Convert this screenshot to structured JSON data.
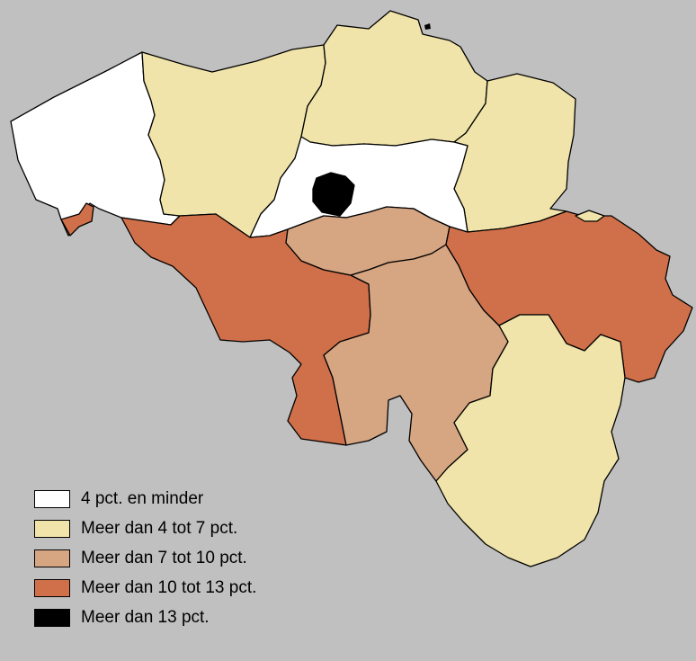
{
  "map": {
    "region": "Belgium",
    "provinces": [
      {
        "name": "West-Vlaanderen",
        "class": "4 pct. en minder"
      },
      {
        "name": "Oost-Vlaanderen",
        "class": "Meer dan 4 tot 7 pct."
      },
      {
        "name": "Antwerpen",
        "class": "Meer dan 4 tot 7 pct."
      },
      {
        "name": "Limburg",
        "class": "Meer dan 4 tot 7 pct."
      },
      {
        "name": "Vlaams-Brabant",
        "class": "4 pct. en minder"
      },
      {
        "name": "Brussel",
        "class": "Meer dan 13 pct."
      },
      {
        "name": "Waals-Brabant",
        "class": "Meer dan 7 tot 10 pct."
      },
      {
        "name": "Henegouwen",
        "class": "Meer dan 10 tot 13 pct."
      },
      {
        "name": "Namen",
        "class": "Meer dan 7 tot 10 pct."
      },
      {
        "name": "Luik",
        "class": "Meer dan 10 tot 13 pct."
      },
      {
        "name": "Luxemburg",
        "class": "Meer dan 4 tot 7 pct."
      }
    ]
  },
  "legend": {
    "items": [
      {
        "label": "4 pct. en minder",
        "color": "#ffffff"
      },
      {
        "label": "Meer dan 4 tot 7 pct.",
        "color": "#f0e4aa"
      },
      {
        "label": "Meer dan 7 tot 10 pct.",
        "color": "#d6a582"
      },
      {
        "label": "Meer dan 10 tot 13 pct.",
        "color": "#d0704a"
      },
      {
        "label": "Meer dan 13 pct.",
        "color": "#000000"
      }
    ]
  },
  "colors": {
    "background": "#c0c0c0",
    "border": "#000000"
  }
}
